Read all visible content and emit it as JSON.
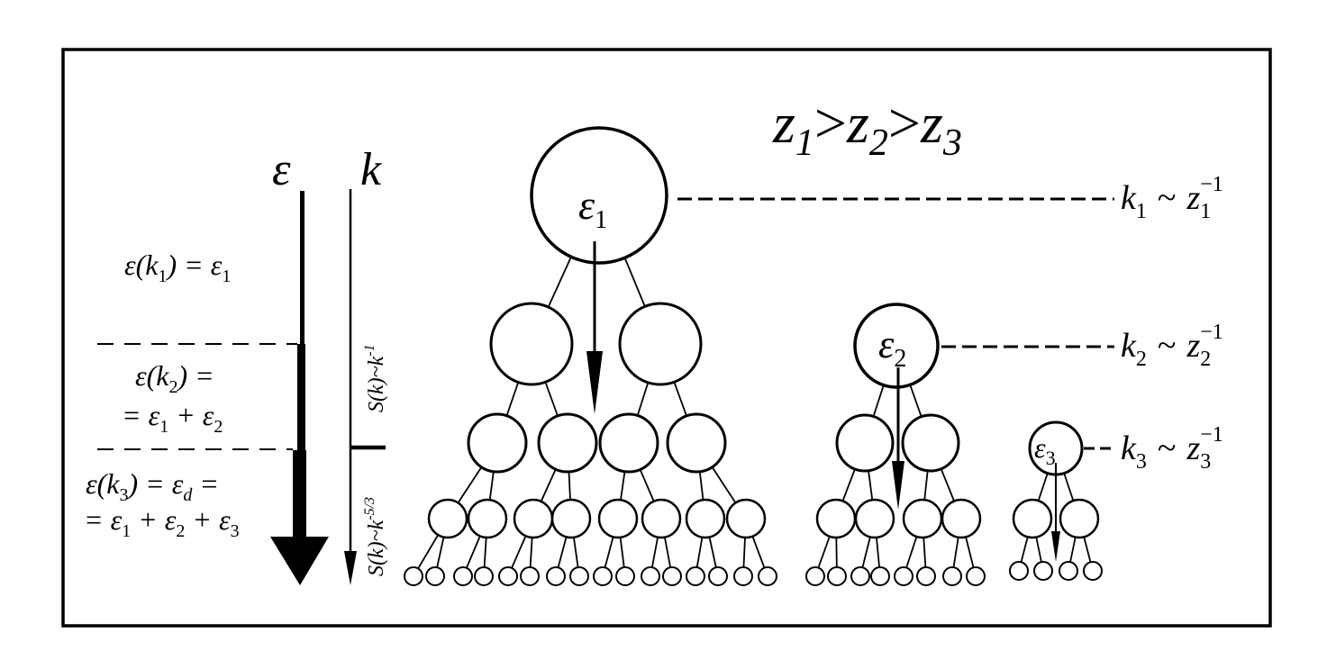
{
  "header": {
    "ordering": {
      "z1": "z",
      "s1": "1",
      "gt1": ">",
      "z2": "z",
      "s2": "2",
      "gt2": ">",
      "z3": "z",
      "s3": "3"
    }
  },
  "left_panel": {
    "epsilon_axis_label": "ε",
    "k_axis_label": "k",
    "eq1": {
      "lhs": "ε(k",
      "lhs_sub": "1",
      "rhs": ") = ε",
      "rhs_sub": "1"
    },
    "eq2_line1": {
      "a": "ε(k",
      "a_sub": "2",
      "b": ") ="
    },
    "eq2_line2": {
      "a": "= ε",
      "a_sub": "1",
      "b": " + ε",
      "b_sub": "2"
    },
    "eq3_line1": {
      "a": "ε(k",
      "a_sub": "3",
      "b": ") = ε",
      "b_sub": "d",
      "c": " ="
    },
    "eq3_line2": {
      "a": "= ε",
      "a_sub": "1",
      "b": " + ε",
      "b_sub": "2",
      "c": " + ε",
      "c_sub": "3"
    },
    "spectrum_upper": {
      "base": "S(k)~k",
      "exp": "-1"
    },
    "spectrum_lower": {
      "base": "S(k)~k",
      "exp": "-5/3"
    }
  },
  "trees": {
    "node1": {
      "sym": "ε",
      "sub": "1"
    },
    "node2": {
      "sym": "ε",
      "sub": "2"
    },
    "node3": {
      "sym": "ε",
      "sub": "3"
    }
  },
  "scales": [
    {
      "k": "k",
      "k_sub": "1",
      "tilde": "~",
      "z": "z",
      "z_sub": "1",
      "z_sup": "−1"
    },
    {
      "k": "k",
      "k_sub": "2",
      "tilde": "~",
      "z": "z",
      "z_sub": "2",
      "z_sup": "−1"
    },
    {
      "k": "k",
      "k_sub": "3",
      "tilde": "~",
      "z": "z",
      "z_sub": "3",
      "z_sup": "−1"
    }
  ]
}
